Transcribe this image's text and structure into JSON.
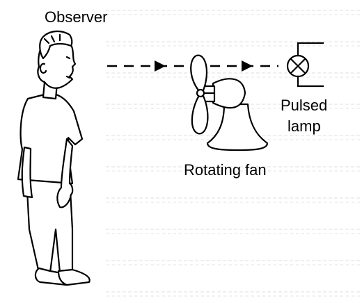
{
  "labels": {
    "observer": "Observer",
    "fan": "Rotating fan",
    "lamp_line1": "Pulsed",
    "lamp_line2": "lamp"
  },
  "colors": {
    "ink": "#000000",
    "bleed_text": "#cfcfcf",
    "background": "#ffffff"
  },
  "icons": {
    "person": "person-outline-icon",
    "fan": "desk-fan-icon",
    "lamp": "lamp-symbol-icon",
    "arrow": "arrow-right-icon"
  }
}
